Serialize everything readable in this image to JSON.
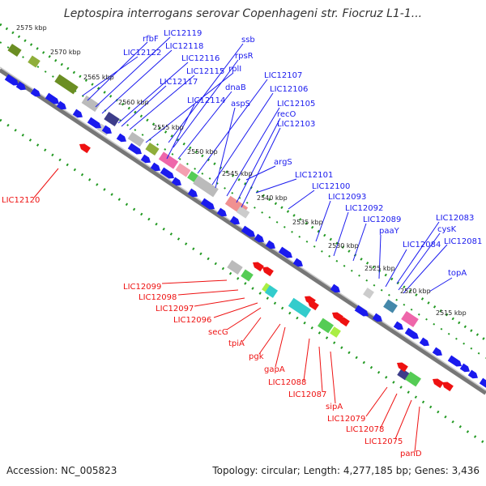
{
  "title": "Leptospira interrogans serovar Copenhageni str. Fiocruz L1-1...",
  "footer": {
    "accession": "Accession: NC_005823",
    "summary": "Topology: circular; Length: 4,277,185 bp; Genes: 3,436"
  },
  "colors": {
    "forward": "#1a1aee",
    "reverse": "#ee1111",
    "backbone": "#888888",
    "dots": "#229922"
  },
  "scale": [
    "2575 kbp",
    "2570 kbp",
    "2565 kbp",
    "2560 kbp",
    "2555 kbp",
    "2550 kbp",
    "2545 kbp",
    "2540 kbp",
    "2535 kbp",
    "2530 kbp",
    "2525 kbp",
    "2520 kbp",
    "2515 kbp"
  ],
  "top_labels": [
    "rfbF",
    "LIC12119",
    "LIC12122",
    "LIC12118",
    "LIC12116",
    "LIC12115",
    "rplI",
    "LIC12117",
    "dnaB",
    "LIC12114",
    "ssb",
    "rpsR",
    "LIC12107",
    "LIC12106",
    "aspS",
    "LIC12105",
    "recO",
    "LIC12103",
    "argS",
    "LIC12101",
    "LIC12100",
    "LIC12093",
    "LIC12092",
    "LIC12089",
    "paaY",
    "LIC12084",
    "LIC12083",
    "cysK",
    "LIC12081",
    "topA"
  ],
  "bottom_labels": [
    "LIC12120",
    "LIC12099",
    "LIC12098",
    "LIC12097",
    "LIC12096",
    "secG",
    "tpiA",
    "pgk",
    "gapA",
    "LIC12088",
    "LIC12087",
    "sipA",
    "LIC12079",
    "LIC12078",
    "LIC12075",
    "panD"
  ]
}
